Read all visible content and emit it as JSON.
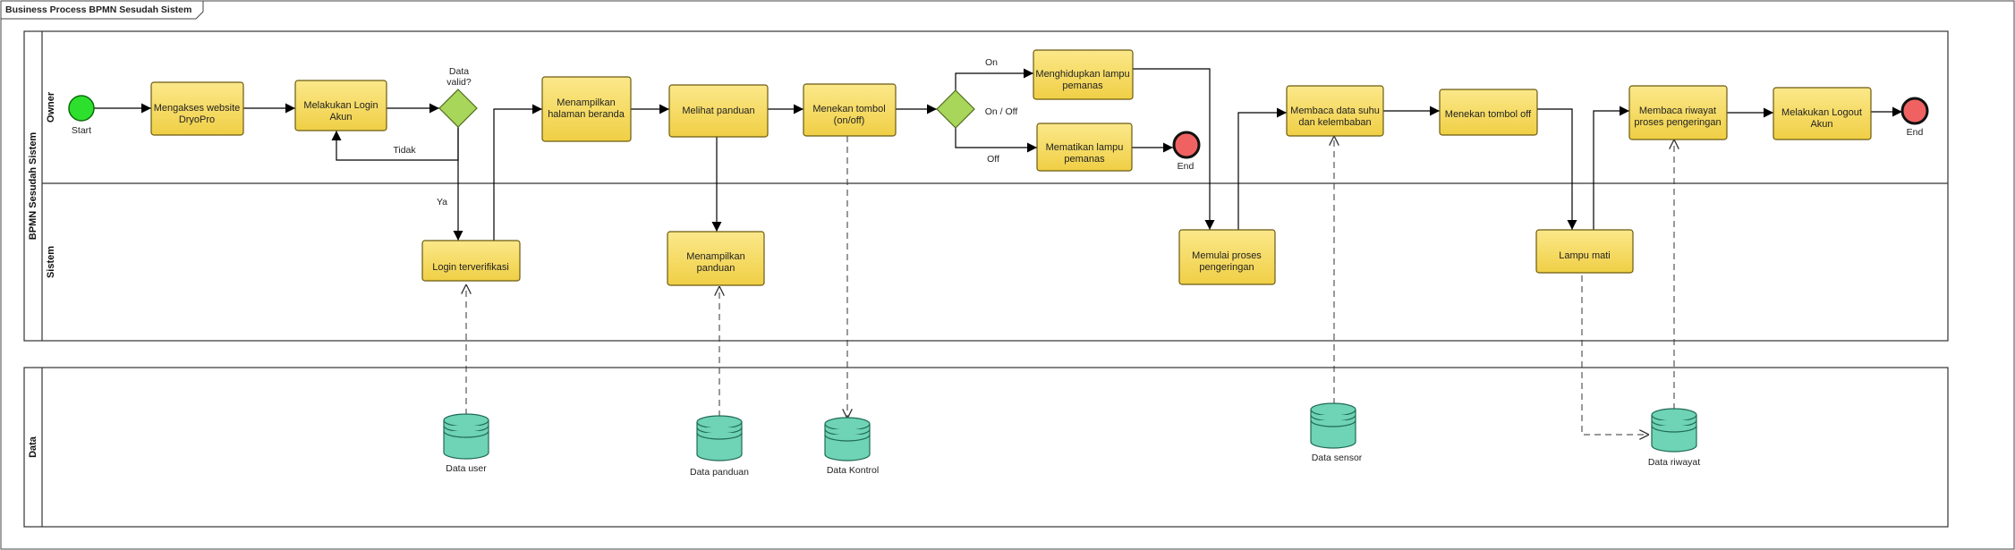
{
  "title": "Business Process BPMN Sesudah Sistem",
  "pool": {
    "name": "BPMN Sesudah Sistem",
    "lanes": [
      "Owner",
      "Sistem"
    ]
  },
  "data_pool": {
    "name": "Data"
  },
  "events": {
    "start": "Start",
    "end_heater_off": "End",
    "end_final": "End"
  },
  "tasks": {
    "access_website": [
      "Mengakses website",
      "DryoPro"
    ],
    "login": [
      "Melakukan Login",
      "Akun"
    ],
    "show_home": [
      "Menampilkan",
      "halaman beranda"
    ],
    "view_guide": [
      "Melihat panduan"
    ],
    "press_button": [
      "Menekan tombol",
      "(on/off)"
    ],
    "heater_on": [
      "Menghidupkan lampu",
      "pemanas"
    ],
    "heater_off": [
      "Mematikan lampu",
      "pemanas"
    ],
    "read_sensor": [
      "Membaca data suhu",
      "dan kelembaban"
    ],
    "press_off": [
      "Menekan tombol off"
    ],
    "read_history": [
      "Membaca riwayat",
      "proses pengeringan"
    ],
    "logout": [
      "Melakukan Logout",
      "Akun"
    ],
    "login_verified": [
      "Login terverifikasi"
    ],
    "show_guide": [
      "Menampilkan",
      "panduan"
    ],
    "start_drying": [
      "Memulai proses",
      "pengeringan"
    ],
    "lamp_off": [
      "Lampu mati"
    ]
  },
  "gateways": {
    "valid": [
      "Data",
      "valid?"
    ],
    "onoff": "On / Off"
  },
  "flow_labels": {
    "tidak": "Tidak",
    "ya": "Ya",
    "on": "On",
    "off": "Off"
  },
  "data_stores": {
    "user": "Data user",
    "guide": "Data panduan",
    "control": "Data Kontrol",
    "sensor": "Data sensor",
    "history": "Data riwayat"
  },
  "colors": {
    "task_fill": "#f7dd6a",
    "gateway_fill": "#a8d65a",
    "start_fill": "#2ee02e",
    "end_fill": "#f06262",
    "datastore_fill": "#6fd3b5"
  }
}
